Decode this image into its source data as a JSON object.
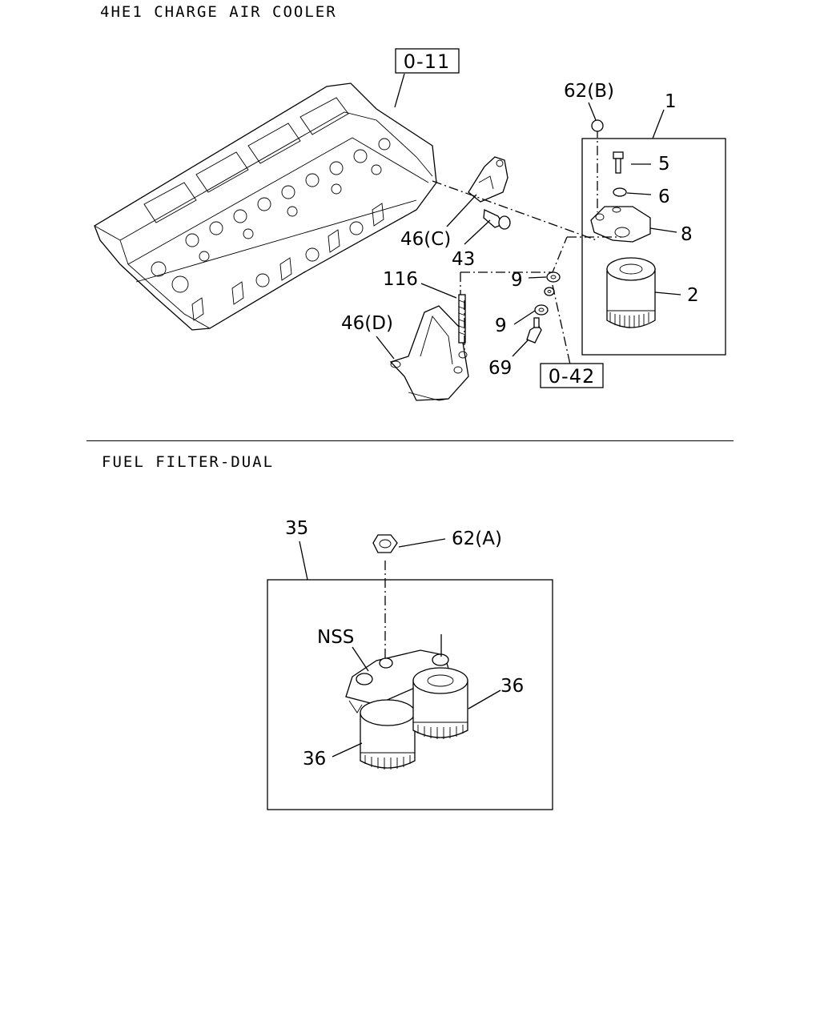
{
  "sections": {
    "top_title": "4HE1 CHARGE AIR COOLER",
    "bottom_title": "FUEL FILTER-DUAL"
  },
  "refs": {
    "r1": "0-11",
    "r2": "0-42"
  },
  "callouts": {
    "c1": "62(B)",
    "c2": "1",
    "c3": "5",
    "c4": "6",
    "c5": "8",
    "c6": "2",
    "c7": "46(C)",
    "c8": "43",
    "c9": "116",
    "c10": "9",
    "c11": "9",
    "c12": "46(D)",
    "c13": "69",
    "c14": "35",
    "c15": "62(A)",
    "c16": "NSS",
    "c17": "36",
    "c18": "36"
  }
}
